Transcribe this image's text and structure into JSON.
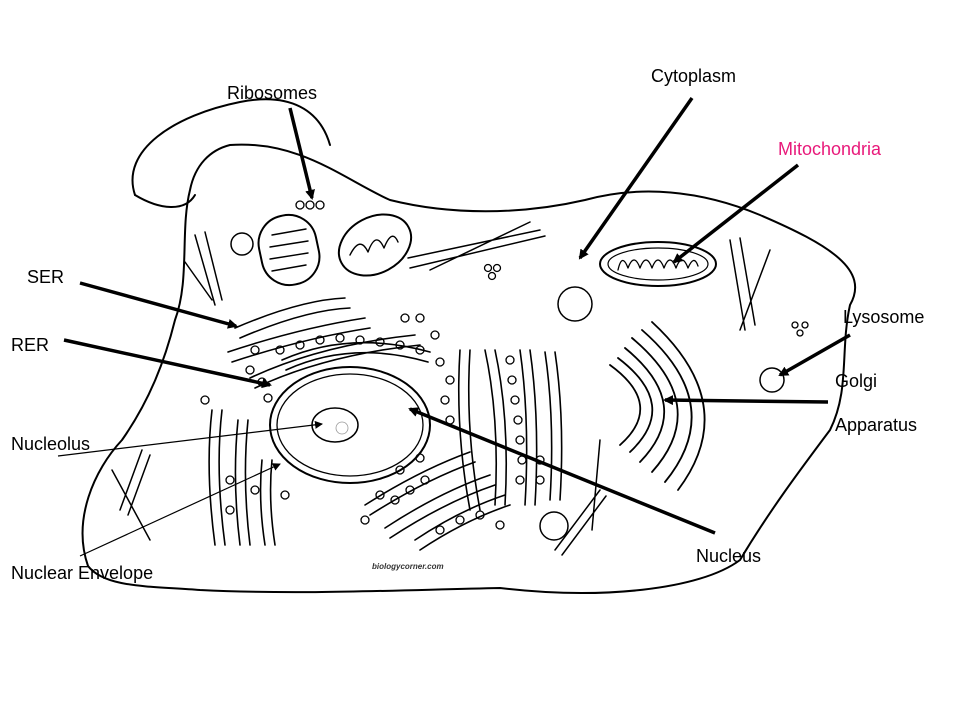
{
  "labels": {
    "ribosomes": "Ribosomes",
    "cytoplasm": "Cytoplasm",
    "mitochondria": "Mitochondria",
    "ser": "SER",
    "rer": "RER",
    "lysosome": "Lysosome",
    "golgi_line1": "Golgi",
    "golgi_line2": "Apparatus",
    "nucleolus": "Nucleolus",
    "nucleus": "Nucleus",
    "nuclear_envelope": "Nuclear Envelope"
  },
  "credit": "biologycorner.com",
  "colors": {
    "text": "#000000",
    "highlight": "#e8197a",
    "line": "#000000"
  }
}
